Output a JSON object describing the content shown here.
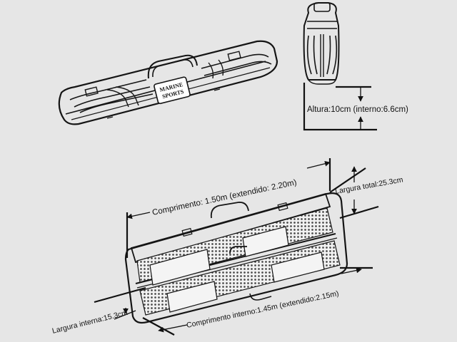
{
  "logo": {
    "line1": "MARINE",
    "line2": "SPORTS"
  },
  "labels": {
    "altura": "Altura:10cm (interno:6.6cm)",
    "comprimento": "Comprimento: 1.50m (extendido: 2.20m)",
    "largura_total": "Largura total:25.3cm",
    "comprimento_interno": "Comprimento interno:1.45m (extendido:2.15m)",
    "largura_interna": "Largura interna:15.3cm"
  },
  "colors": {
    "background": "#e6e6e6",
    "ink": "#151515",
    "case_fill": "#f4f4f4"
  }
}
